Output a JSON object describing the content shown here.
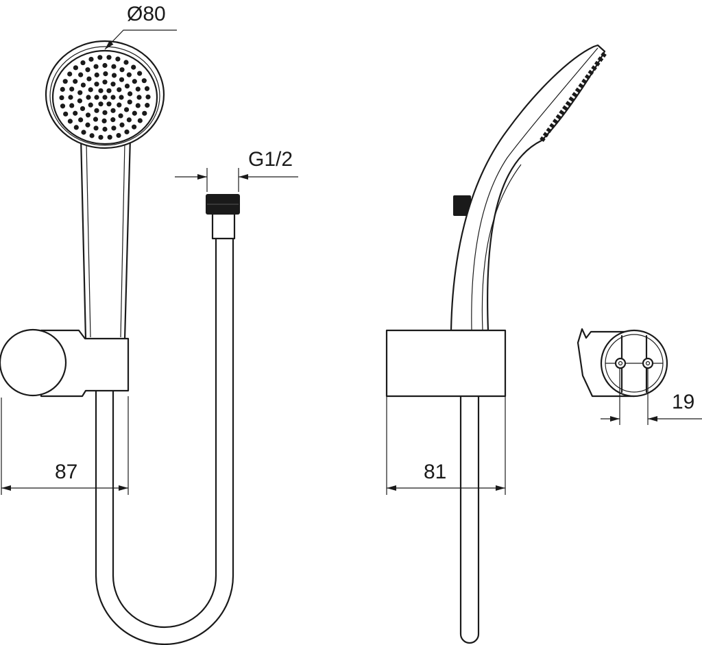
{
  "drawing": {
    "dimensions": {
      "head_diameter": "Ø80",
      "connector_thread": "G1/2",
      "holder_width_front": "87",
      "holder_width_side": "81",
      "mount_hole_spacing": "19"
    },
    "line_color": "#1a1a1a",
    "background": "#ffffff"
  }
}
